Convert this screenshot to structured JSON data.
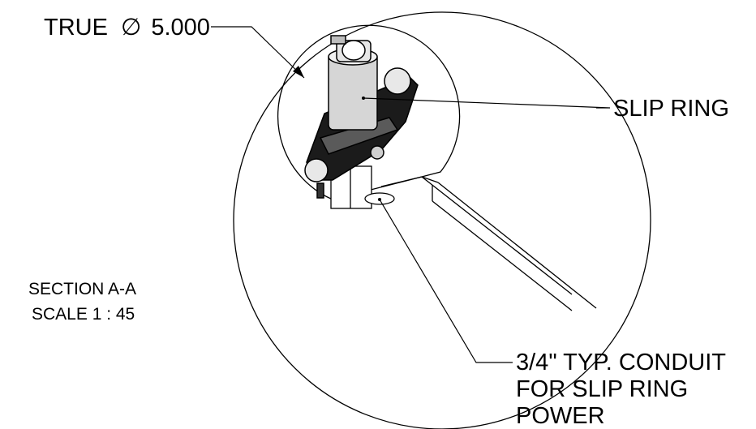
{
  "callouts": {
    "diameter_prefix": "TRUE",
    "diameter_symbol": "∅",
    "diameter_value": "5.000",
    "slip_ring": "SLIP RING",
    "conduit_line1": "3/4\" TYP. CONDUIT",
    "conduit_line2": "FOR SLIP RING",
    "conduit_line3": "POWER"
  },
  "section": {
    "title": "SECTION A-A",
    "scale": "SCALE 1 : 45"
  }
}
